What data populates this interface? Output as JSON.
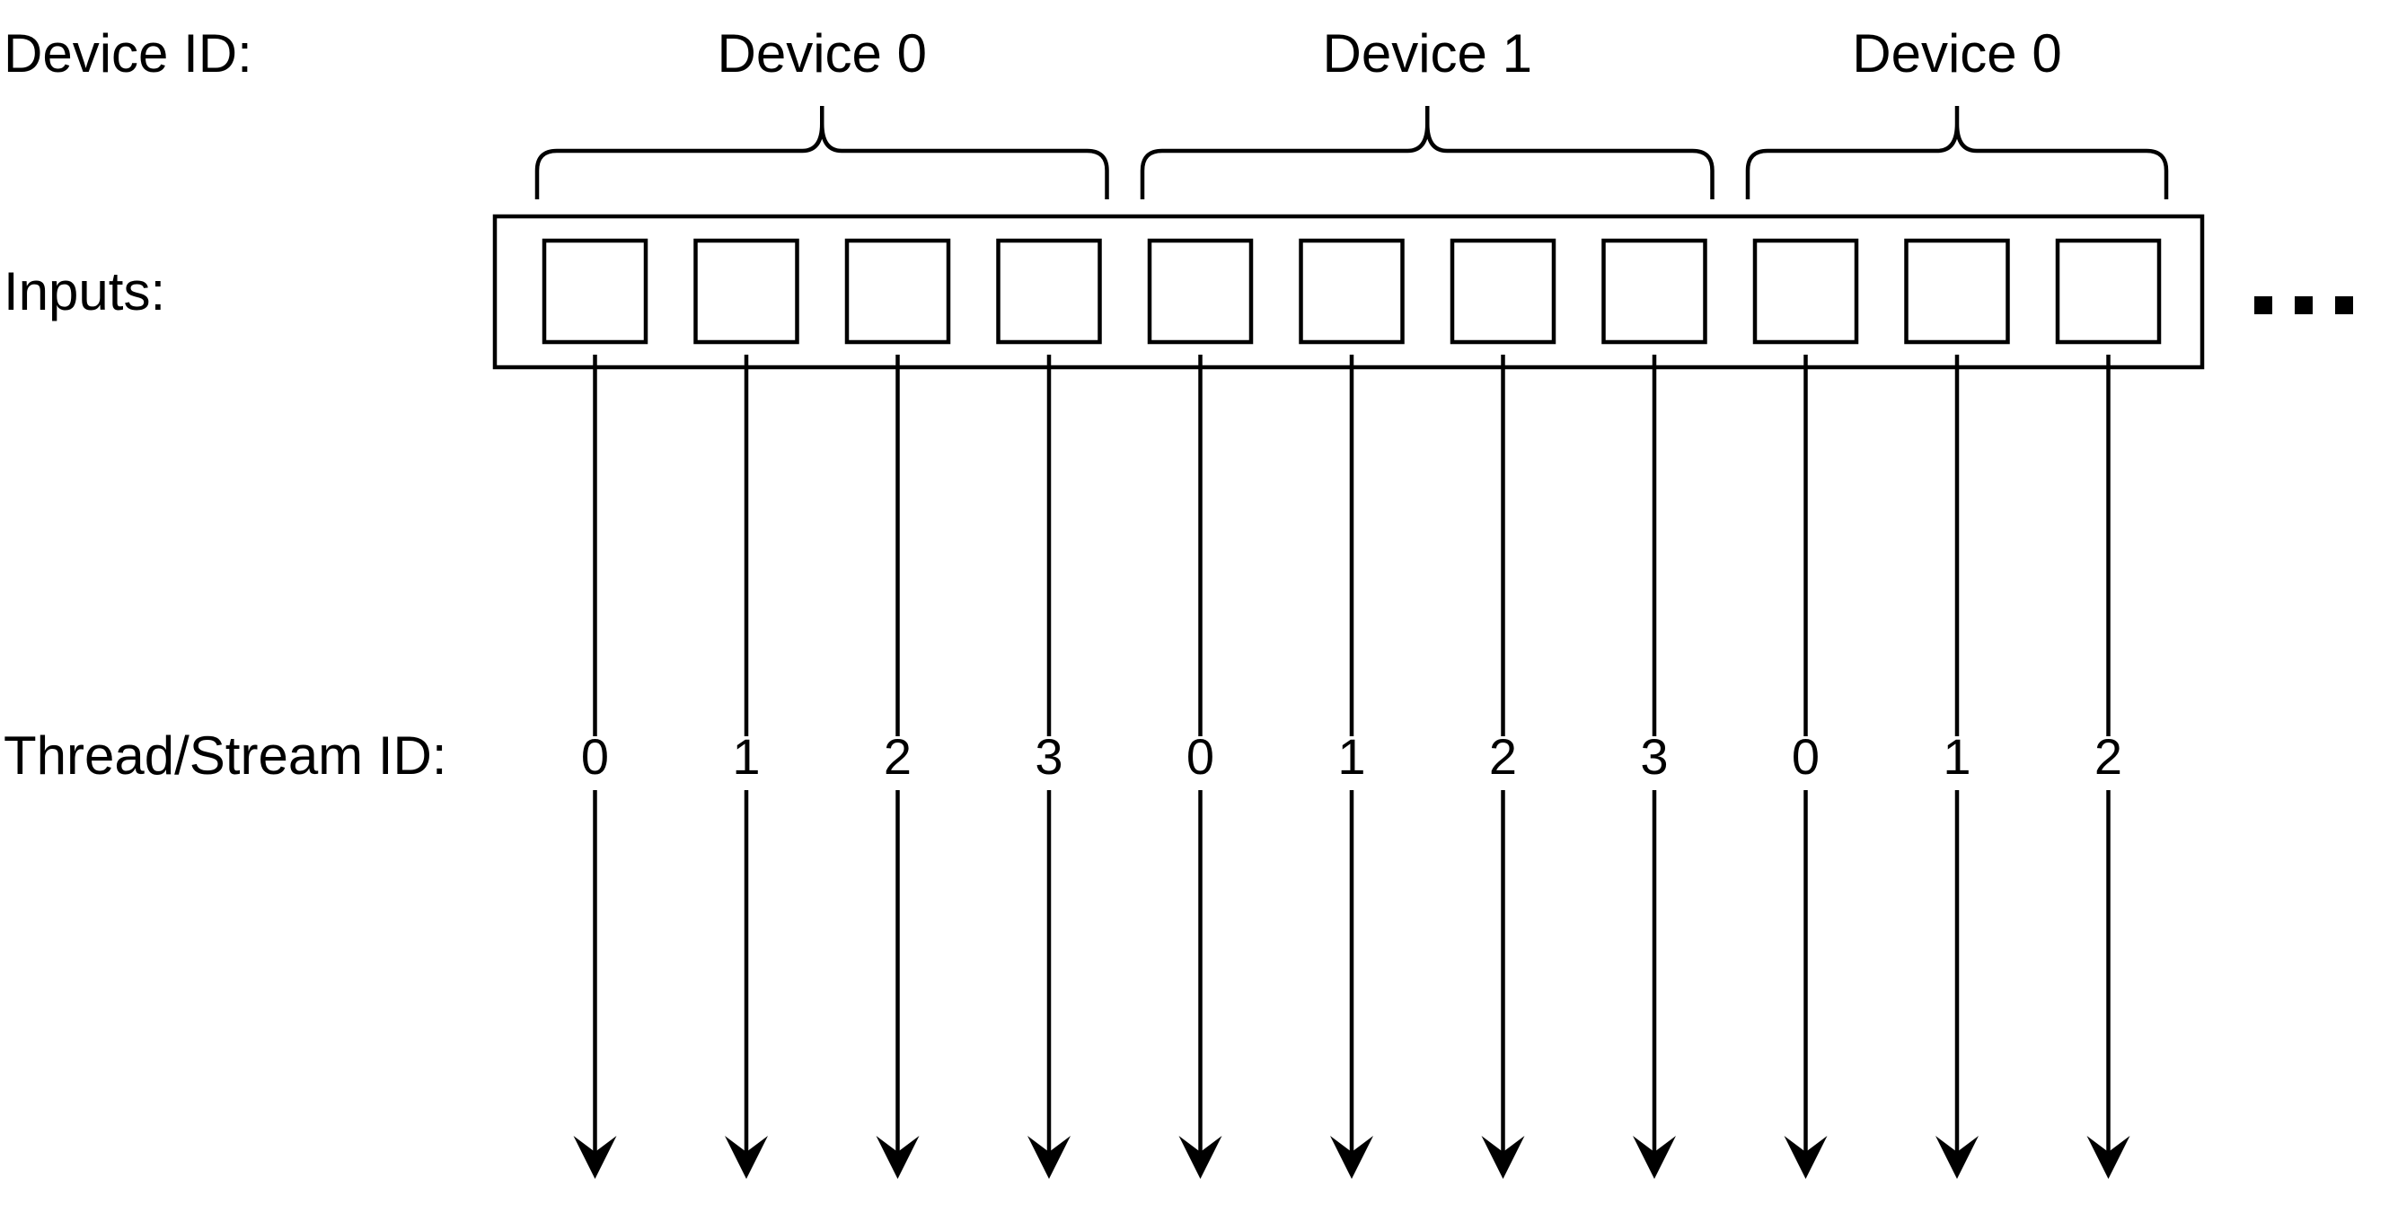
{
  "labels": {
    "device_id": "Device ID:",
    "inputs": "Inputs:",
    "thread_stream_id": "Thread/Stream ID:"
  },
  "device_groups": [
    {
      "label": "Device 0",
      "first_input": 0,
      "last_input": 3
    },
    {
      "label": "Device 1",
      "first_input": 4,
      "last_input": 7
    },
    {
      "label": "Device 0",
      "first_input": 8,
      "last_input": 10
    }
  ],
  "input_count": 11,
  "thread_ids": [
    "0",
    "1",
    "2",
    "3",
    "0",
    "1",
    "2",
    "3",
    "0",
    "1",
    "2"
  ],
  "continuation": "more-inputs-ellipsis",
  "colors": {
    "stroke": "#000000",
    "background": "#ffffff"
  }
}
